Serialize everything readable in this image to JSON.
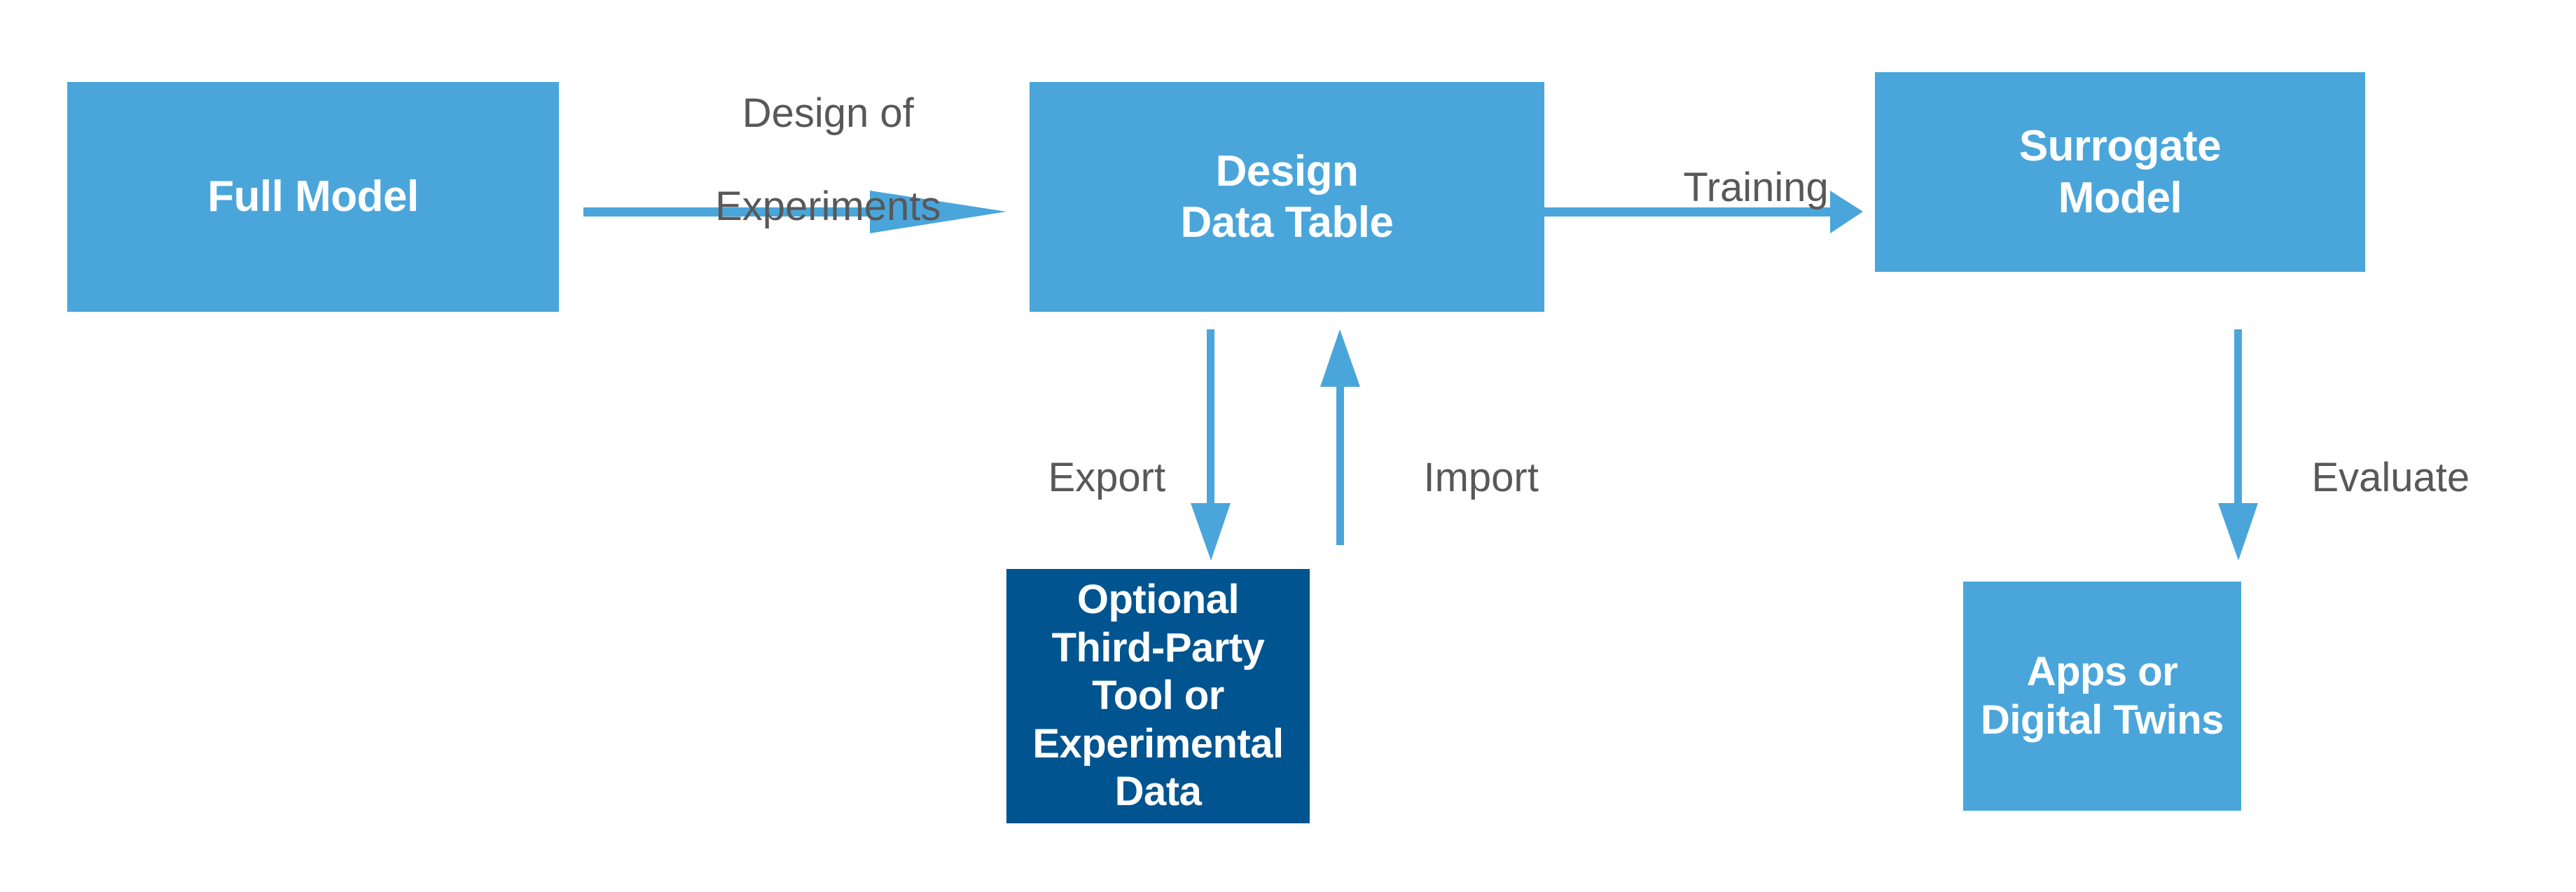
{
  "diagram": {
    "title": "Surrogate Modeling Workflow",
    "colors": {
      "light_blue": "#4aa6da",
      "dark_blue": "#00548f",
      "arrow_blue": "#4aa6da",
      "label_gray": "#58585a",
      "background": "#ffffff",
      "node_text": "#ffffff"
    },
    "nodes": [
      {
        "id": "full-model",
        "lines": [
          "Full Model"
        ],
        "line1": "Full Model",
        "line2": "",
        "style": "light"
      },
      {
        "id": "design-data-table",
        "lines": [
          "Design",
          "Data Table"
        ],
        "line1": "Design",
        "line2": "Data Table",
        "style": "light"
      },
      {
        "id": "surrogate-model",
        "lines": [
          "Surrogate",
          "Model"
        ],
        "line1": "Surrogate",
        "line2": "Model",
        "style": "light"
      },
      {
        "id": "optional-tool",
        "lines": [
          "Optional",
          "Third-Party Tool or",
          "Experimental Data"
        ],
        "line1": "Optional",
        "line2": "Third-Party Tool or",
        "line3": "Experimental Data",
        "style": "dark"
      },
      {
        "id": "apps-digital-twins",
        "lines": [
          "Apps or",
          "Digital Twins"
        ],
        "line1": "Apps or",
        "line2": "Digital Twins",
        "style": "light"
      }
    ],
    "edges": [
      {
        "id": "design-of-experiments",
        "label_line1": "Design of",
        "label_line2": "Experiments",
        "label": "Design of Experiments",
        "from": "full-model",
        "to": "design-data-table",
        "direction": "right"
      },
      {
        "id": "training",
        "label_line1": "Training",
        "label": "Training",
        "from": "design-data-table",
        "to": "surrogate-model",
        "direction": "right"
      },
      {
        "id": "export",
        "label_line1": "Export",
        "label": "Export",
        "from": "design-data-table",
        "to": "optional-tool",
        "direction": "down"
      },
      {
        "id": "import",
        "label_line1": "Import",
        "label": "Import",
        "from": "optional-tool",
        "to": "design-data-table",
        "direction": "up"
      },
      {
        "id": "evaluate",
        "label_line1": "Evaluate",
        "label": "Evaluate",
        "from": "surrogate-model",
        "to": "apps-digital-twins",
        "direction": "down"
      }
    ]
  }
}
